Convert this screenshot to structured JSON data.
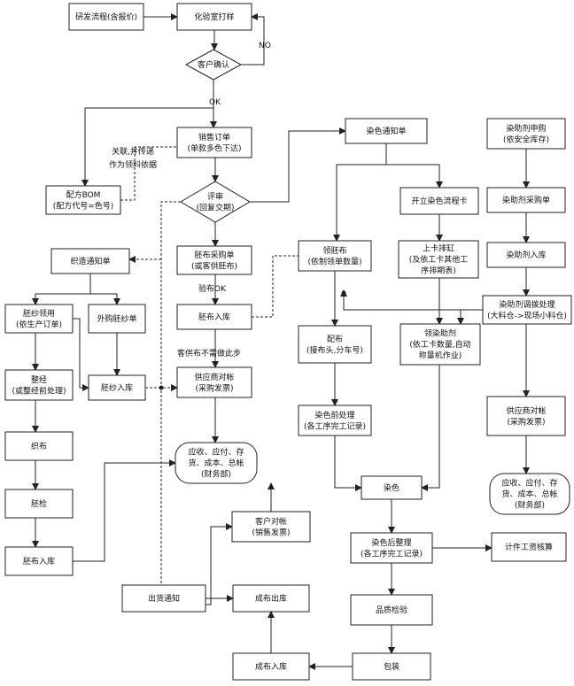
{
  "colors": {
    "line": "#222222",
    "box_fill": "#ffffff",
    "text": "#111111"
  },
  "nodes": {
    "rd_flow": [
      "研发流程(含报价)"
    ],
    "lab_sample": [
      "化验室打样"
    ],
    "customer_confirm": [
      "客户确认"
    ],
    "sales_order": [
      "销售订单",
      "(单款多色下达)"
    ],
    "formula_bom": [
      "配方BOM",
      "(配方代号=色号)"
    ],
    "review": [
      "评审",
      "(回复交期)"
    ],
    "dye_notice": [
      "染色通知单"
    ],
    "open_dye_card": [
      "开立染色流程卡"
    ],
    "chem_request": [
      "染助剂申购",
      "(依安全库存)"
    ],
    "chem_po": [
      "染助剂采购单"
    ],
    "chem_in": [
      "染助剂入库"
    ],
    "chem_transfer": [
      "染助剂调拨处理",
      "(大料仓->现场小料仓)"
    ],
    "weave_notice": [
      "织造通知单"
    ],
    "greige_po": [
      "胚布采购单",
      "(或客供胚布)"
    ],
    "greige_issue": [
      "领胚布",
      "(依制领单数量)"
    ],
    "schedule": [
      "上卡排缸",
      "(及依工卡其他工",
      "序排期表)"
    ],
    "yarn_issue": [
      "胚纱领用",
      "(依生产订单)"
    ],
    "yarn_po": [
      "外购胚纱单"
    ],
    "greige_in": [
      "胚布入库"
    ],
    "chem_issue": [
      "领染助剂",
      "(依工卡数量,自动",
      "称量机作业)"
    ],
    "cloth_alloc": [
      "配布",
      "(接布头,分车号)"
    ],
    "warping": [
      "整经",
      "(或整经前处理)"
    ],
    "yarn_in": [
      "胚纱入库"
    ],
    "supplier_recon": [
      "供应商对帐",
      "(采购发票)"
    ],
    "pre_dye": [
      "染色前处理",
      "(各工序完工记录)"
    ],
    "supplier_recon2": [
      "供应商对帐",
      "(采购发票)"
    ],
    "weaving": [
      "织布"
    ],
    "finance1": [
      "应收、应付、存",
      "货、成本、总帐",
      "(财务部)"
    ],
    "finance2": [
      "应收、应付、存",
      "货、成本、总帐",
      "(财务部)"
    ],
    "greige_inspect": [
      "胚检"
    ],
    "dyeing": [
      "染色"
    ],
    "customer_recon": [
      "客户对帐",
      "(销售发票)"
    ],
    "greige_in2": [
      "胚布入库"
    ],
    "post_finish": [
      "染色后整理",
      "(各工序完工记录)"
    ],
    "piece_wage": [
      "计件工资核算"
    ],
    "ship_notice": [
      "出货通知"
    ],
    "finished_out": [
      "成布出库"
    ],
    "quality": [
      "品质检验"
    ],
    "finished_in": [
      "成布入库"
    ],
    "packing": [
      "包装"
    ]
  },
  "labels": {
    "no": "NO",
    "ok": "OK",
    "link_basis": [
      "关联,并传递",
      "作为领料依据"
    ],
    "inspect_ok": "验布OK",
    "customer_supplied": "客供布不需做此步"
  }
}
